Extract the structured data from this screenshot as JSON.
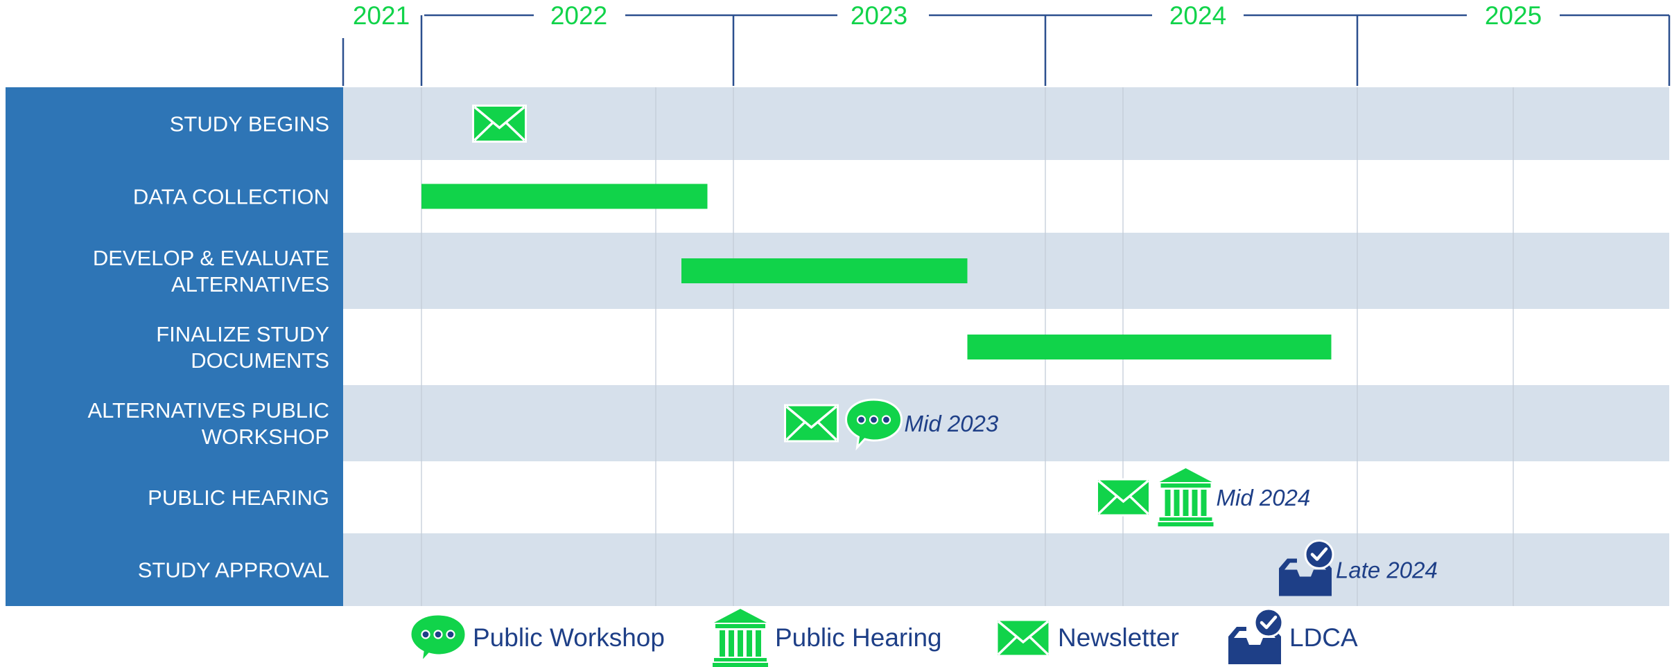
{
  "chart_data": {
    "type": "gantt",
    "years": [
      "2021",
      "2022",
      "2023",
      "2024",
      "2025"
    ],
    "rows": [
      {
        "label_lines": [
          "STUDY BEGINS"
        ]
      },
      {
        "label_lines": [
          "DATA COLLECTION"
        ]
      },
      {
        "label_lines": [
          "DEVELOP & EVALUATE",
          "ALTERNATIVES"
        ]
      },
      {
        "label_lines": [
          "FINALIZE STUDY",
          "DOCUMENTS"
        ]
      },
      {
        "label_lines": [
          "ALTERNATIVES PUBLIC",
          "WORKSHOP"
        ]
      },
      {
        "label_lines": [
          "PUBLIC HEARING"
        ]
      },
      {
        "label_lines": [
          "STUDY APPROVAL"
        ]
      }
    ],
    "bars": [
      {
        "row": 1,
        "start": "2022-01",
        "end": "2022-12"
      },
      {
        "row": 2,
        "start": "2022-11",
        "end": "2023-10"
      },
      {
        "row": 3,
        "start": "2023-10",
        "end": "2024-12"
      }
    ],
    "milestones": [
      {
        "row": 0,
        "icons": [
          "newsletter-icon"
        ],
        "date": "2022-04",
        "note": ""
      },
      {
        "row": 4,
        "icons": [
          "newsletter-icon",
          "workshop-icon"
        ],
        "date": "2023-04",
        "note": "Mid 2023"
      },
      {
        "row": 5,
        "icons": [
          "newsletter-icon",
          "hearing-icon"
        ],
        "date": "2024-04",
        "note": "Mid 2024"
      },
      {
        "row": 6,
        "icons": [
          "ldca-icon"
        ],
        "date": "2024-11",
        "note": "Late 2024"
      }
    ],
    "colors": {
      "label_panel": "#2e75b6",
      "row_band": "#d6e0eb",
      "accent_green": "#11d34a",
      "navy": "#1e3f87",
      "axis_line": "#2b4f8e",
      "grid": "#c3ccd8"
    }
  },
  "legend": [
    {
      "icon": "workshop-icon",
      "label": "Public Workshop"
    },
    {
      "icon": "hearing-icon",
      "label": "Public Hearing"
    },
    {
      "icon": "newsletter-icon",
      "label": "Newsletter"
    },
    {
      "icon": "ldca-icon",
      "label": "LDCA"
    }
  ]
}
